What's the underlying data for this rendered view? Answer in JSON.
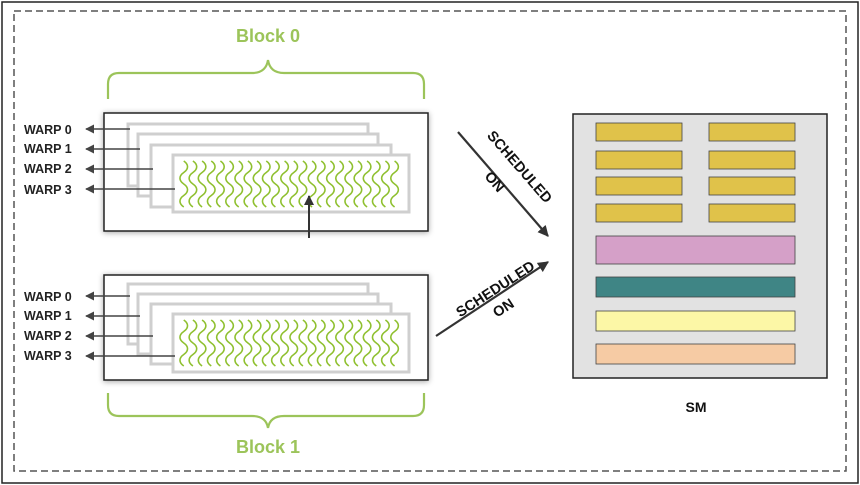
{
  "blocks": [
    {
      "label": "Block 0",
      "warps": [
        "WARP 0",
        "WARP 1",
        "WARP 2",
        "WARP 3"
      ]
    },
    {
      "label": "Block 1",
      "warps": [
        "WARP 0",
        "WARP 1",
        "WARP 2",
        "WARP 3"
      ]
    }
  ],
  "scheduled": {
    "line1": "SCHEDULED",
    "line2": "ON"
  },
  "sm": {
    "label": "SM",
    "unit_colors": {
      "core": "#e0c24a",
      "pink": "#d5a0c8",
      "teal": "#3f8585",
      "yellow": "#fcf7a6",
      "peach": "#f6cba4"
    }
  },
  "colors": {
    "brace": "#9cc45a",
    "wave": "#8fc02f",
    "frame": "#222222"
  }
}
